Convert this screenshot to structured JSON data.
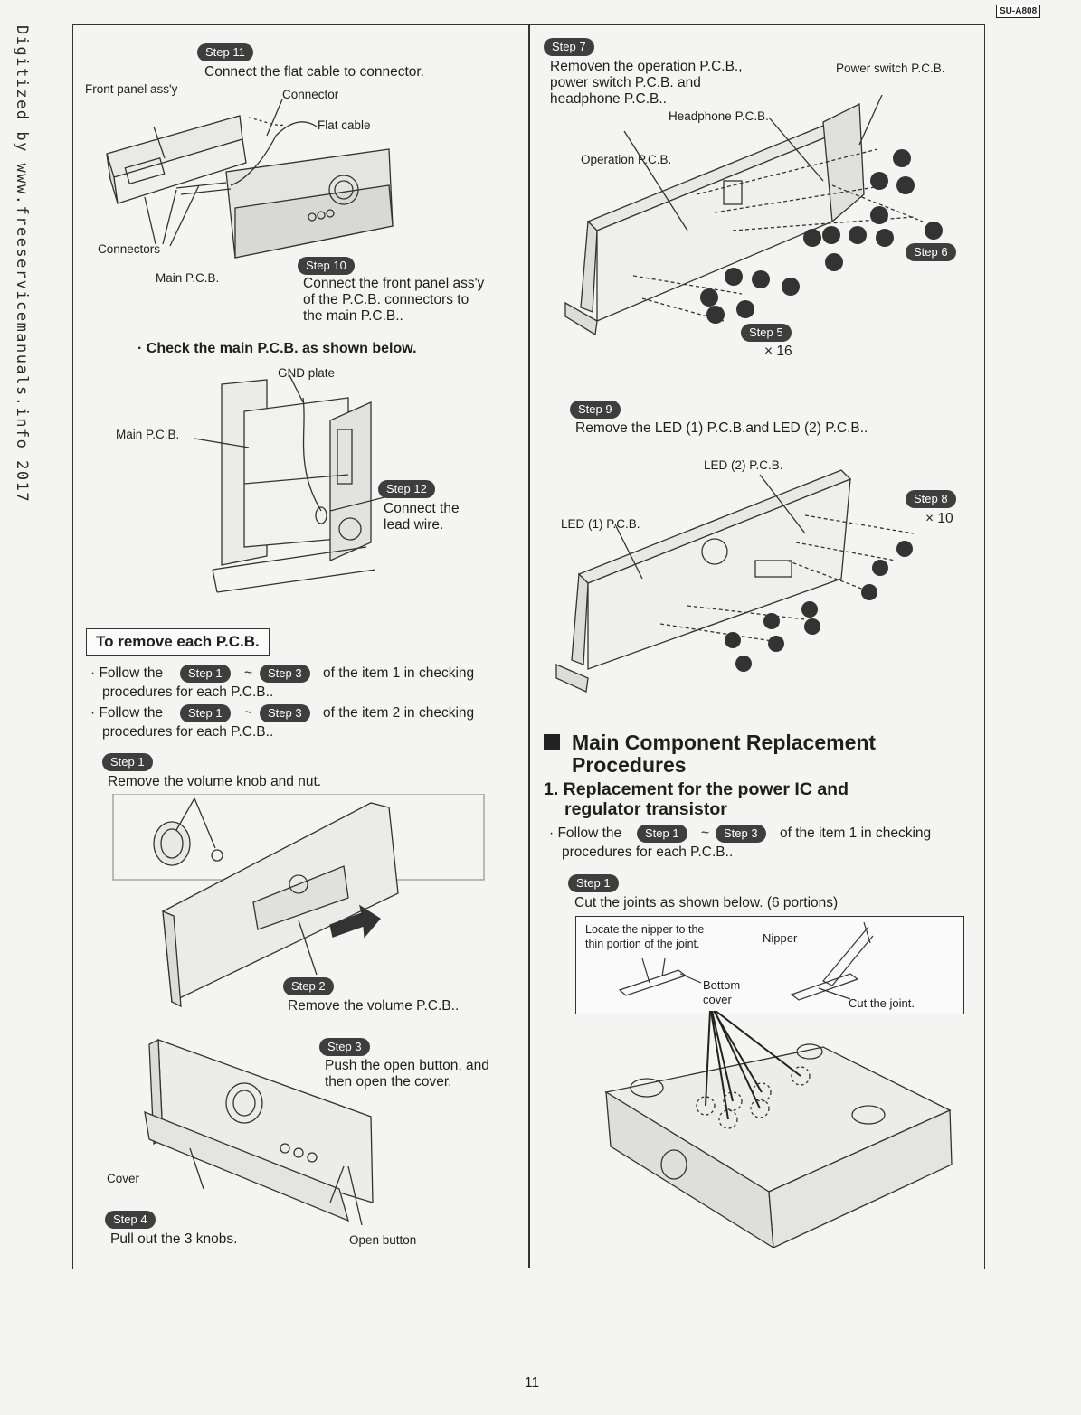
{
  "watermark": "Digitized by www.freeservicemanuals.info 2017",
  "model": "SU-A808",
  "page_number": "11",
  "left": {
    "step11": {
      "badge": "Step 11",
      "text": "Connect the flat cable to connector."
    },
    "labels": {
      "front_panel": "Front panel ass'y",
      "connector": "Connector",
      "flat_cable": "Flat cable",
      "connectors": "Connectors",
      "main_pcb": "Main P.C.B."
    },
    "step10": {
      "badge": "Step 10",
      "text": [
        "Connect the front panel ass'y",
        "of the P.C.B. connectors to",
        "the main P.C.B.."
      ]
    },
    "check": "· Check the main P.C.B. as shown below.",
    "gnd_plate": "GND plate",
    "main_pcb2": "Main P.C.B.",
    "step12": {
      "badge": "Step 12",
      "text": [
        "Connect the",
        "lead wire."
      ]
    },
    "remove_heading": "To remove each P.C.B.",
    "follow1": {
      "prefix": "· Follow the",
      "badge_a": "Step 1",
      "sep": "~",
      "badge_b": "Step 3",
      "suffix": "of the item 1 in checking",
      "line2": "procedures for each P.C.B.."
    },
    "follow2": {
      "prefix": "· Follow the",
      "badge_a": "Step 1",
      "sep": "~",
      "badge_b": "Step 3",
      "suffix": "of the item 2 in checking",
      "line2": "procedures for each P.C.B.."
    },
    "step1": {
      "badge": "Step 1",
      "text": "Remove the volume knob and nut."
    },
    "step2": {
      "badge": "Step 2",
      "text": "Remove the volume P.C.B.."
    },
    "step3": {
      "badge": "Step 3",
      "text": [
        "Push the open button, and",
        "then open the cover."
      ]
    },
    "cover": "Cover",
    "step4": {
      "badge": "Step 4",
      "text": "Pull out the 3 knobs."
    },
    "open_button": "Open button"
  },
  "right": {
    "step7": {
      "badge": "Step 7",
      "text": [
        "Removen the operation P.C.B.,",
        "power switch P.C.B. and",
        "headphone P.C.B.."
      ]
    },
    "power_switch": "Power switch P.C.B.",
    "headphone": "Headphone P.C.B.",
    "operation": "Operation P.C.B.",
    "step6": {
      "badge": "Step 6"
    },
    "step5": {
      "badge": "Step 5",
      "count": "× 16"
    },
    "step9": {
      "badge": "Step 9",
      "text": "Remove the LED (1) P.C.B.and LED (2) P.C.B.."
    },
    "led2": "LED (2) P.C.B.",
    "led1": "LED (1) P.C.B.",
    "step8": {
      "badge": "Step 8",
      "count": "× 10"
    },
    "section_title": [
      "Main Component Replacement",
      "Procedures"
    ],
    "subsection": [
      "1. Replacement for the power IC and",
      "regulator transistor"
    ],
    "follow": {
      "prefix": "· Follow the",
      "badge_a": "Step 1",
      "sep": "~",
      "badge_b": "Step 3",
      "suffix": "of the item 1 in checking",
      "line2": "procedures for each P.C.B.."
    },
    "cut_step": {
      "badge": "Step 1",
      "text": "Cut the joints as shown below. (6 portions)"
    },
    "callout": {
      "locate": [
        "Locate the nipper to the",
        "thin portion of the joint."
      ],
      "nipper": "Nipper",
      "bottom_cover": [
        "Bottom",
        "cover"
      ],
      "cut": "Cut the joint."
    }
  }
}
